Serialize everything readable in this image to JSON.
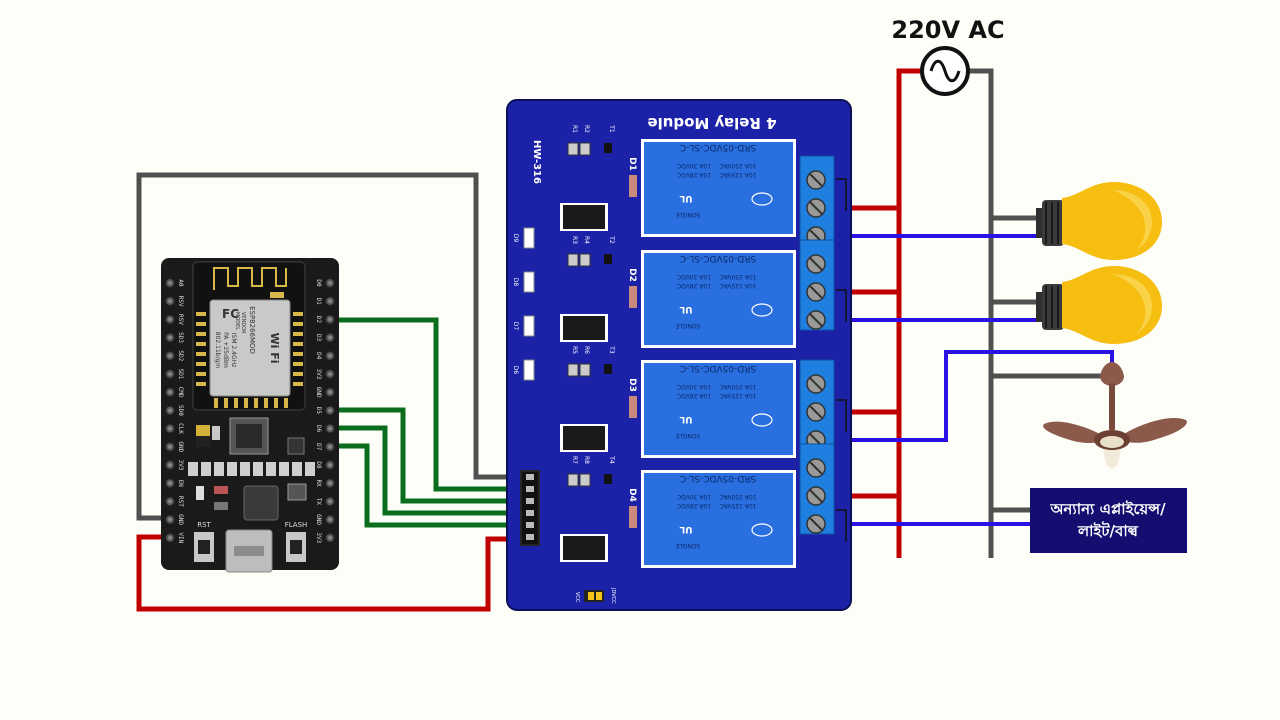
{
  "ac_source": {
    "label": "220V AC"
  },
  "relay_module": {
    "title": "4 Relay Module",
    "model": "HW-316",
    "relays": [
      {
        "led": "D1",
        "transistor": "T1",
        "resistors": [
          "R1",
          "R2"
        ],
        "part": "SRD-05VDC-SL-C",
        "rating1": "10A 250VAC",
        "rating2": "10A 125VAC",
        "rating3": "10A 30VDC",
        "rating4": "10A 28VDC",
        "brand": "SONGLE"
      },
      {
        "led": "D2",
        "transistor": "T2",
        "resistors": [
          "R3",
          "R4"
        ],
        "part": "SRD-05VDC-SL-C",
        "rating1": "10A 250VAC",
        "rating2": "10A 125VAC",
        "rating3": "10A 30VDC",
        "rating4": "10A 28VDC",
        "brand": "SONGLE"
      },
      {
        "led": "D3",
        "transistor": "T3",
        "resistors": [
          "R5",
          "R6"
        ],
        "part": "SRD-05VDC-SL-C",
        "rating1": "10A 250VAC",
        "rating2": "10A 125VAC",
        "rating3": "10A 30VDC",
        "rating4": "10A 28VDC",
        "brand": "SONGLE"
      },
      {
        "led": "D4",
        "transistor": "T4",
        "resistors": [
          "R7",
          "R8"
        ],
        "part": "SRD-05VDC-SL-C",
        "rating1": "10A 250VAC",
        "rating2": "10A 125VAC",
        "rating3": "10A 30VDC",
        "rating4": "10A 28VDC",
        "brand": "SONGLE"
      }
    ],
    "indicator_leds": [
      "D9",
      "D8",
      "D7",
      "D6"
    ],
    "jumper_labels": [
      "JDVCC",
      "VCC"
    ]
  },
  "nodemcu": {
    "wifi_chip": {
      "brand": "Wi Fi",
      "vendor": "VENDOR",
      "model_label": "MODEL",
      "model": "ESP8266MOD",
      "ism": "ISM 2.4GHz",
      "pa": "PA +25dBm",
      "protocol": "802.11b/g/n"
    },
    "left_pins": [
      "A0",
      "RSV",
      "RSV",
      "SD3",
      "SD2",
      "SD1",
      "CMD",
      "SD0",
      "CLK",
      "GND",
      "3V3",
      "EN",
      "RST",
      "GND",
      "VIN"
    ],
    "right_pins": [
      "D0",
      "D1",
      "D2",
      "D3",
      "D4",
      "3V3",
      "GND",
      "D5",
      "D6",
      "D7",
      "D8",
      "RX",
      "TX",
      "GND",
      "3V3"
    ],
    "buttons": [
      "RST",
      "FLASH"
    ]
  },
  "note_box": {
    "line1": "অন্যান্য এপ্লাইয়েন্স/",
    "line2": "লাইট/বাল্ব"
  },
  "colors": {
    "phase": "#c00000",
    "neutral": "#505050",
    "load": "#2a12e6",
    "signal": "#0a6e1e",
    "module": "#1c22a8",
    "board": "#1a1a1a",
    "bulb": "#f7be12",
    "note_box": "#130e70"
  }
}
